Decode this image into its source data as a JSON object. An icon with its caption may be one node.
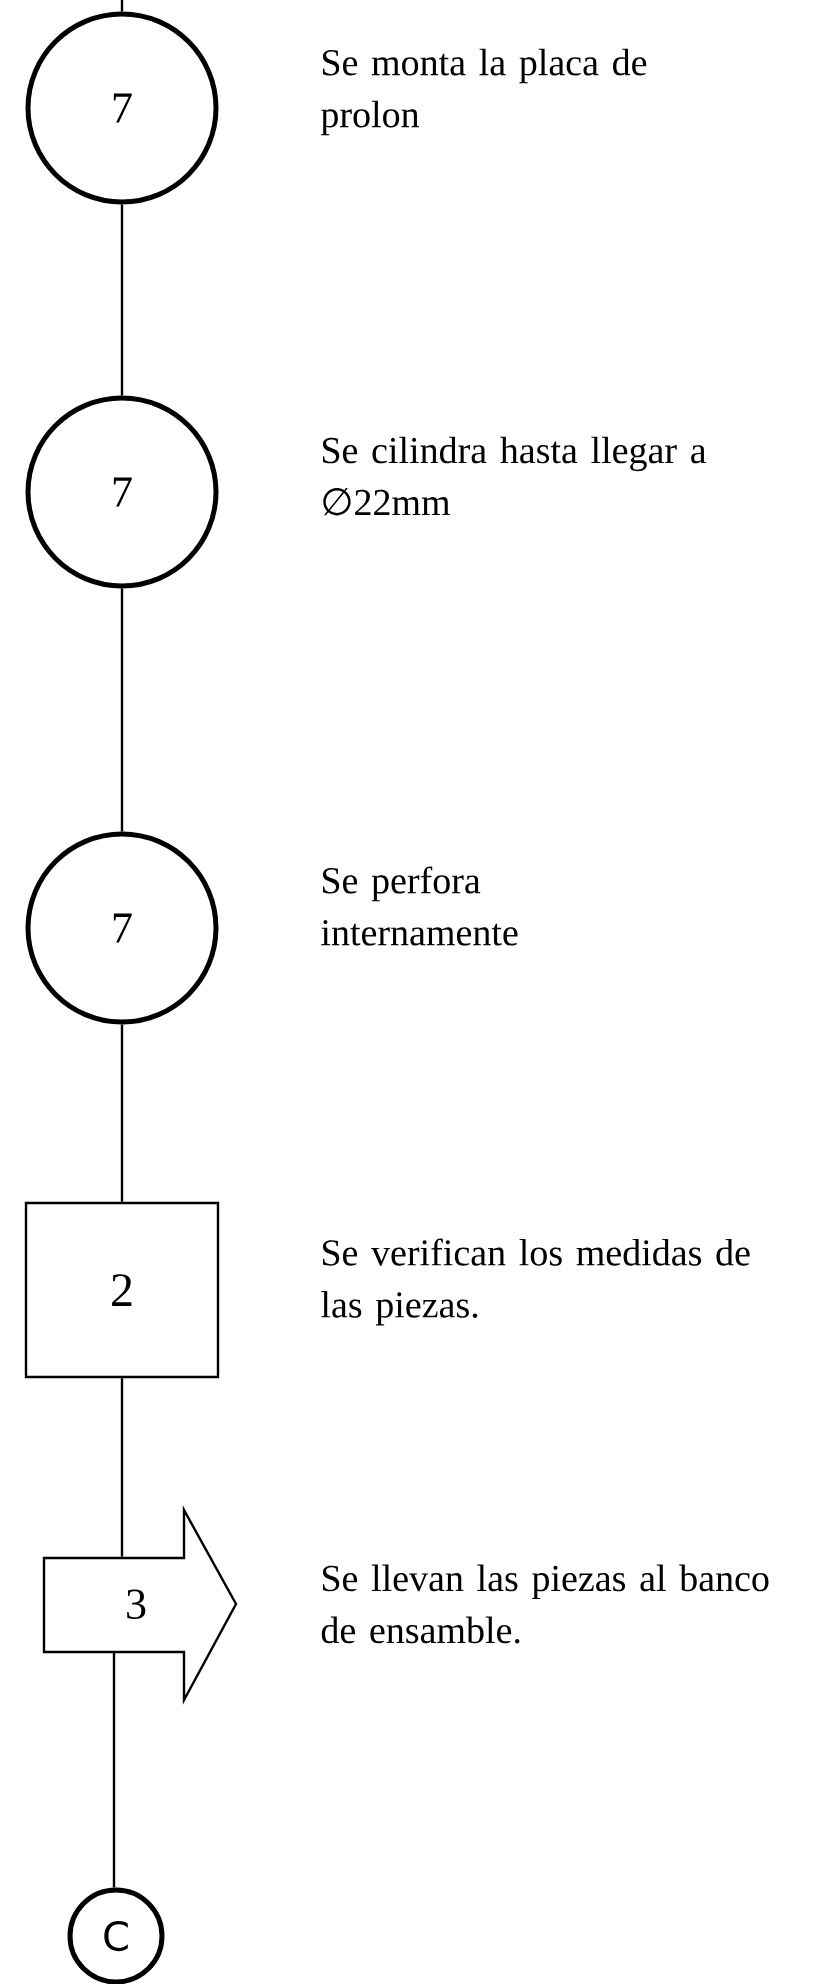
{
  "diagram": {
    "nodes": [
      {
        "text": [
          "7"
        ],
        "beside": [
          "Se monta la placa de prolon"
        ]
      },
      {
        "text": [
          "7"
        ],
        "beside": [
          "Se cilindra hasta llegar a ∅22mm"
        ]
      },
      {
        "text": [
          "7"
        ],
        "beside": [
          "Se perfora internamente"
        ]
      },
      {
        "text": [
          "2"
        ],
        "beside": [
          "Se verifican los medidas de las piezas."
        ]
      },
      {
        "text": [
          "3"
        ],
        "beside": [
          "Se llevan las piezas al banco de ensamble."
        ]
      },
      {
        "text": [
          "C"
        ]
      }
    ],
    "edges": [
      {
        "from": null,
        "to": 0,
        "arrow": "none"
      },
      {
        "from": 0,
        "to": 1,
        "arrow": "none"
      },
      {
        "from": 1,
        "to": 2,
        "arrow": "none"
      },
      {
        "from": 2,
        "to": 3,
        "arrow": "none"
      },
      {
        "from": 3,
        "to": 4,
        "arrow": "none"
      },
      {
        "from": 4,
        "to": 5,
        "arrow": "none"
      }
    ]
  }
}
